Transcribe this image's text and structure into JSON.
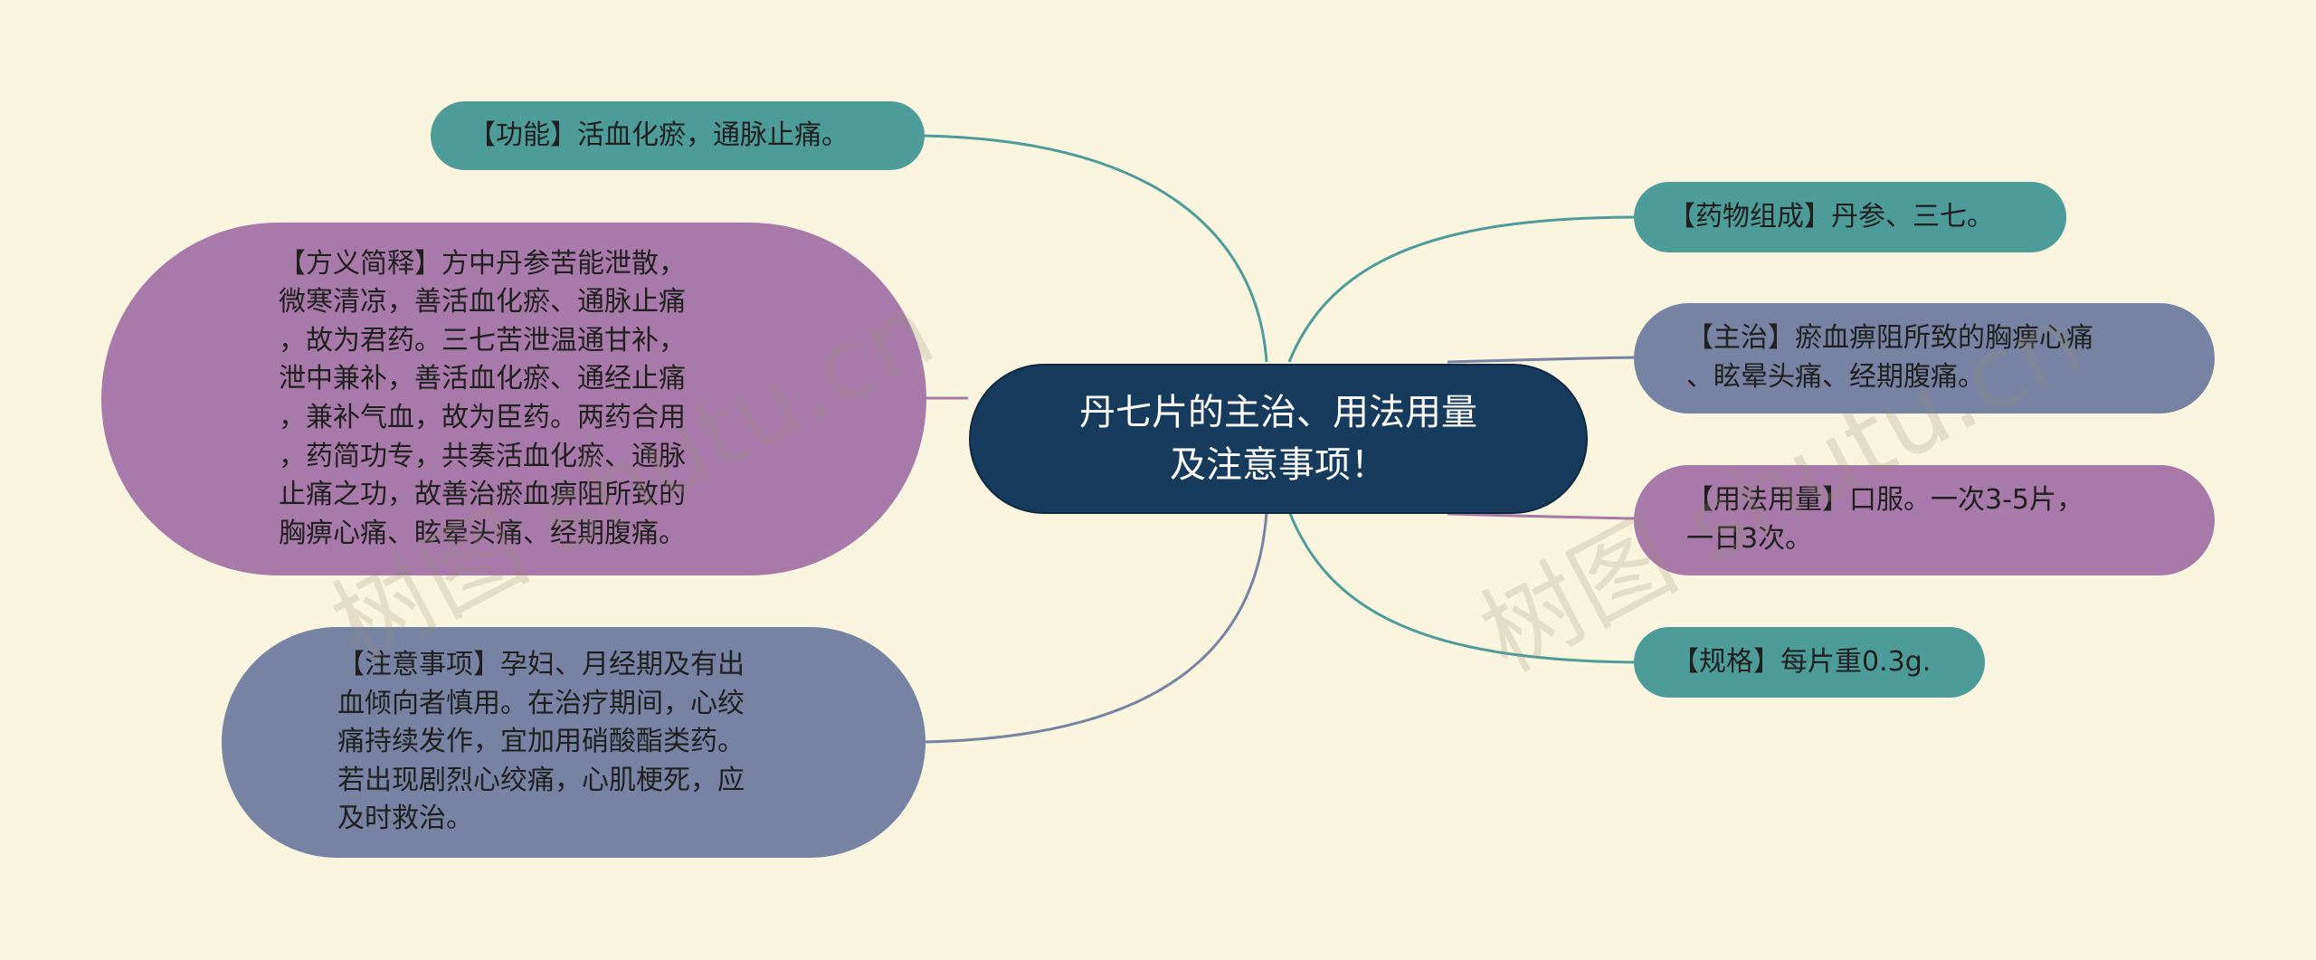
{
  "colors": {
    "background": "#faf5df",
    "root": "#163b5c",
    "teal": "#4e9c9a",
    "purple": "#a87aa9",
    "slate": "#7683a3"
  },
  "root": {
    "text": "丹七片的主治、用法用量\n及注意事项！"
  },
  "branches": {
    "function": {
      "text": "【功能】活血化瘀，通脉止痛。"
    },
    "explanation": {
      "text": "【方义简释】方中丹参苦能泄散，\n微寒清凉，善活血化瘀、通脉止痛\n，故为君药。三七苦泄温通甘补，\n泄中兼补，善活血化瘀、通经止痛\n，兼补气血，故为臣药。两药合用\n，药简功专，共奏活血化瘀、通脉\n止痛之功，故善治瘀血痹阻所致的\n胸痹心痛、眩晕头痛、经期腹痛。"
    },
    "precautions": {
      "text": "【注意事项】孕妇、月经期及有出\n血倾向者慎用。在治疗期间，心绞\n痛持续发作，宜加用硝酸酯类药。\n若出现剧烈心绞痛，心肌梗死，应\n及时救治。"
    },
    "composition": {
      "text": "【药物组成】丹参、三七。"
    },
    "indications": {
      "text": "【主治】瘀血痹阻所致的胸痹心痛\n、眩晕头痛、经期腹痛。"
    },
    "usage": {
      "text": "【用法用量】口服。一次3-5片，\n一日3次。"
    },
    "spec": {
      "text": "【规格】每片重0.3g."
    }
  },
  "watermarks": [
    "树图 shutu.cn",
    "树图 shutu.cn"
  ]
}
